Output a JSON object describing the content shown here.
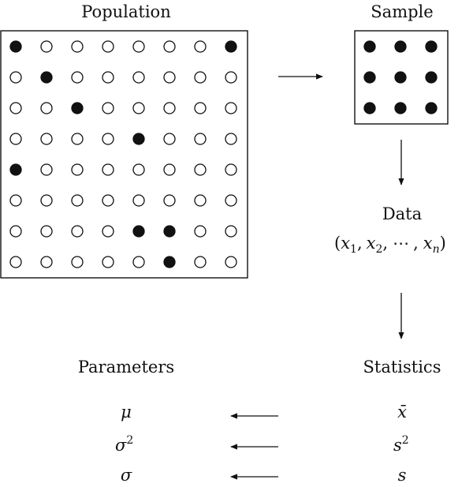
{
  "labels": {
    "population": "Population",
    "sample": "Sample",
    "data": "Data",
    "parameters": "Parameters",
    "statistics": "Statistics"
  },
  "data_tuple": {
    "open": "(",
    "var": "x",
    "s1": "1",
    "s2": "2",
    "sn": "n",
    "comma": ",",
    "dots": "⋯",
    "close": ")"
  },
  "parameters": {
    "mu": "μ",
    "sigma2_base": "σ",
    "sigma2_exp": "2",
    "sigma": "σ"
  },
  "statistics": {
    "xbar": "x̄",
    "s2_base": "s",
    "s2_exp": "2",
    "s": "s"
  },
  "population_grid": {
    "rows": 8,
    "cols": 8,
    "filled": [
      [
        0,
        0
      ],
      [
        0,
        7
      ],
      [
        1,
        1
      ],
      [
        2,
        2
      ],
      [
        3,
        4
      ],
      [
        4,
        0
      ],
      [
        6,
        4
      ],
      [
        6,
        5
      ],
      [
        7,
        5
      ]
    ]
  },
  "sample_grid": {
    "rows": 3,
    "cols": 3
  },
  "colors": {
    "ink": "#111111",
    "paper": "#ffffff"
  }
}
